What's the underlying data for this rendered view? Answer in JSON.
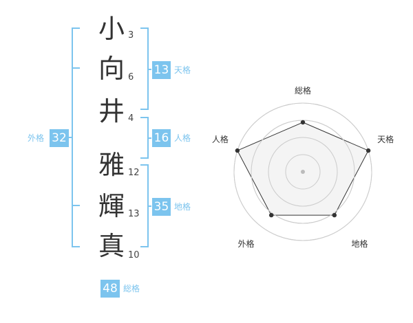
{
  "name_chars": [
    {
      "char": "小",
      "strokes": "3"
    },
    {
      "char": "向",
      "strokes": "6"
    },
    {
      "char": "井",
      "strokes": "4"
    },
    {
      "char": "雅",
      "strokes": "12"
    },
    {
      "char": "輝",
      "strokes": "13"
    },
    {
      "char": "真",
      "strokes": "10"
    }
  ],
  "fortune": {
    "tenkaku": {
      "label": "天格",
      "value": "13"
    },
    "jinkaku": {
      "label": "人格",
      "value": "16"
    },
    "chikaku": {
      "label": "地格",
      "value": "35"
    },
    "gaikaku": {
      "label": "外格",
      "value": "32"
    },
    "soukaku": {
      "label": "総格",
      "value": "48"
    }
  },
  "radar": {
    "axes": [
      "総格",
      "天格",
      "地格",
      "外格",
      "人格"
    ],
    "values": [
      0.72,
      1.0,
      0.78,
      0.78,
      1.0
    ],
    "rings": 4,
    "colors": {
      "ring": "#cccccc",
      "fill": "#f2f2f2",
      "stroke": "#333333",
      "point": "#333333",
      "center": "#bbbbbb"
    }
  },
  "colors": {
    "accent": "#7cc4ee",
    "text": "#333333"
  }
}
